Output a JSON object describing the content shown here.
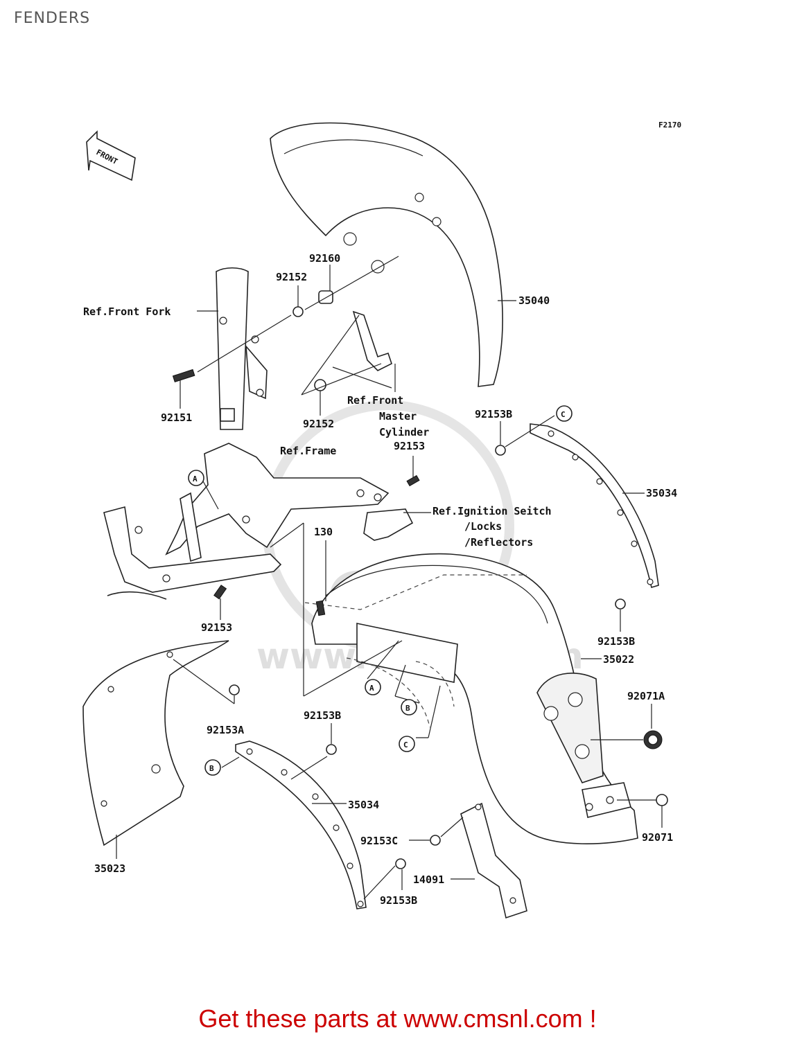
{
  "page": {
    "title": "FENDERS",
    "figure_code": "F2170",
    "footer": "Get these parts at www.cmsnl.com !",
    "watermark": "www.cmsnl.com",
    "watermark_logo": "CMS"
  },
  "direction_arrow": {
    "text": "FRONT"
  },
  "refs": {
    "front_fork": "Ref.Front Fork",
    "front_master_1": "Ref.Front",
    "front_master_2": "Master",
    "front_master_3": "Cylinder",
    "frame": "Ref.Frame",
    "ignition_1": "Ref.Ignition Seitch",
    "ignition_2": "/Locks",
    "ignition_3": "/Reflectors"
  },
  "part_numbers": {
    "p35040": "35040",
    "p92160": "92160",
    "p92152_top": "92152",
    "p92152_mid": "92152",
    "p92151": "92151",
    "p92153b_top": "92153B",
    "p92153_top": "92153",
    "p35034_right": "35034",
    "p130": "130",
    "p92153_left": "92153",
    "p92153b_right": "92153B",
    "p35022": "35022",
    "p92071a": "92071A",
    "p92153a": "92153A",
    "p92153b_mid": "92153B",
    "p35034_left": "35034",
    "p92153c": "92153C",
    "p35023": "35023",
    "p14091": "14091",
    "p92153b_bottom": "92153B",
    "p92071": "92071"
  },
  "callouts": {
    "a_top": "A",
    "a_mid": "A",
    "b_mid": "B",
    "b_left": "B",
    "c_top": "C",
    "c_mid": "C"
  }
}
